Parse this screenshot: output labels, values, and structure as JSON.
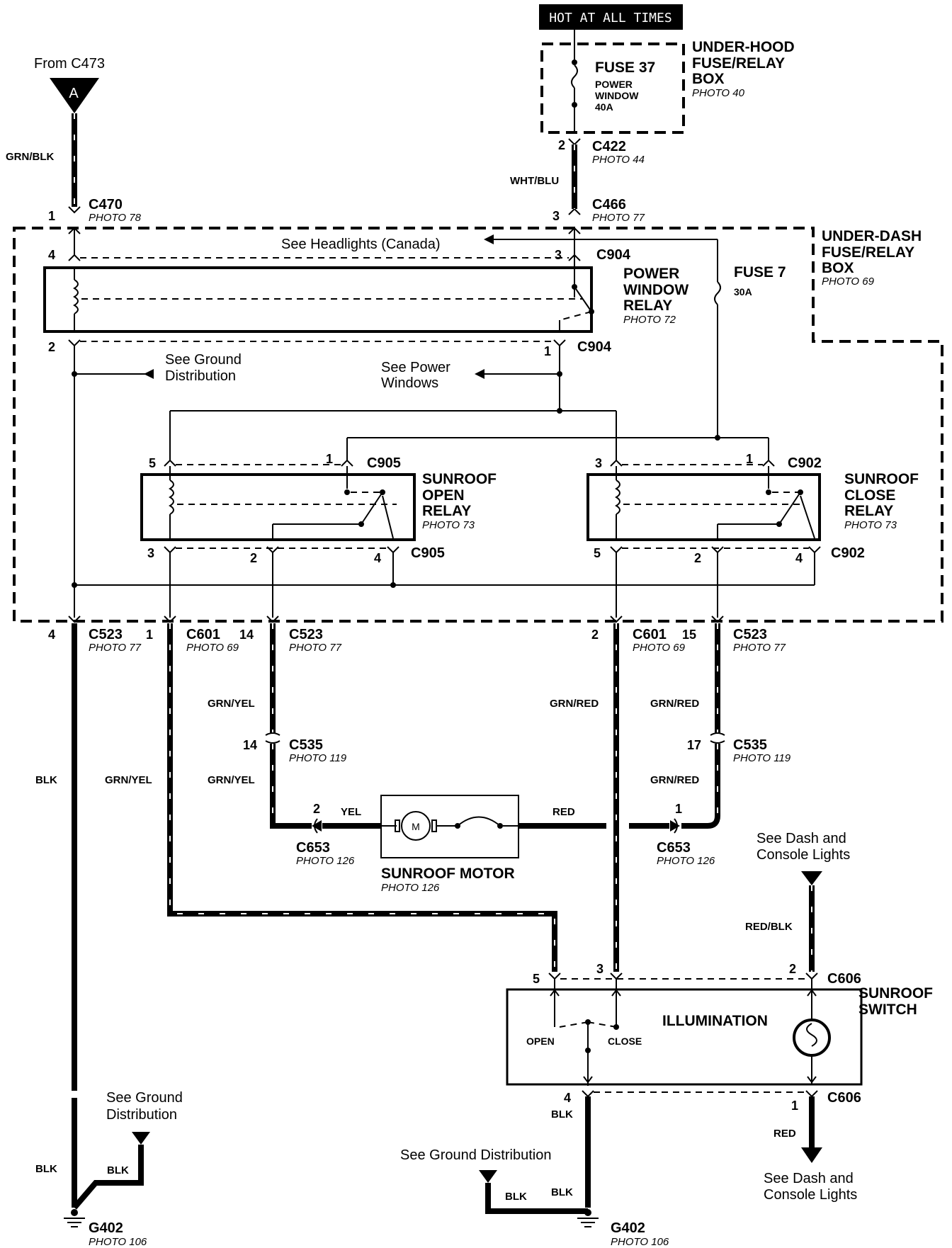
{
  "hot": "HOT AT ALL TIMES",
  "from_c473": "From C473",
  "connector_a": "A",
  "underhood": {
    "title1": "UNDER-HOOD",
    "title2": "FUSE/RELAY",
    "title3": "BOX",
    "photo": "PHOTO 40",
    "fuse": "FUSE 37",
    "fuse_desc1": "POWER",
    "fuse_desc2": "WINDOW",
    "fuse_rating": "40A"
  },
  "underdash": {
    "title1": "UNDER-DASH",
    "title2": "FUSE/RELAY",
    "title3": "BOX",
    "photo": "PHOTO 69",
    "fuse": "FUSE 7",
    "fuse_rating": "30A"
  },
  "pw_relay": {
    "name1": "POWER",
    "name2": "WINDOW",
    "name3": "RELAY",
    "photo": "PHOTO 72"
  },
  "open_relay": {
    "name1": "SUNROOF",
    "name2": "OPEN",
    "name3": "RELAY",
    "photo": "PHOTO 73"
  },
  "close_relay": {
    "name1": "SUNROOF",
    "name2": "CLOSE",
    "name3": "RELAY",
    "photo": "PHOTO 73"
  },
  "motor": {
    "name": "SUNROOF MOTOR",
    "photo": "PHOTO 126",
    "symbol": "M"
  },
  "switch": {
    "name1": "SUNROOF",
    "name2": "SWITCH",
    "illum": "ILLUMINATION",
    "open": "OPEN",
    "close": "CLOSE"
  },
  "refs": {
    "headlights": "See Headlights (Canada)",
    "ground1a": "See Ground",
    "ground1b": "Distribution",
    "power1": "See Power",
    "power2": "Windows",
    "dash1a": "See Dash and",
    "dash1b": "Console Lights",
    "ground2a": "See Ground",
    "ground2b": "Distribution",
    "ground3": "See Ground Distribution",
    "dash2a": "See Dash and",
    "dash2b": "Console Lights"
  },
  "connectors": {
    "c422": "C422",
    "c422_photo": "PHOTO 44",
    "c466": "C466",
    "c466_photo": "PHOTO 77",
    "c470": "C470",
    "c470_photo": "PHOTO 78",
    "c904": "C904",
    "c905": "C905",
    "c902": "C902",
    "c523": "C523",
    "c523_photo": "PHOTO 77",
    "c601": "C601",
    "c601_photo": "PHOTO 69",
    "c535": "C535",
    "c535_photo": "PHOTO 119",
    "c653": "C653",
    "c653_photo": "PHOTO 126",
    "c606": "C606",
    "g402": "G402",
    "g402_photo": "PHOTO 106"
  },
  "wires": {
    "grn_blk": "GRN/BLK",
    "wht_blu": "WHT/BLU",
    "blk": "BLK",
    "grn_yel": "GRN/YEL",
    "grn_red": "GRN/RED",
    "yel": "YEL",
    "red": "RED",
    "red_blk": "RED/BLK"
  },
  "pins": {
    "p1": "1",
    "p2": "2",
    "p3": "3",
    "p4": "4",
    "p5": "5",
    "p14": "14",
    "p15": "15",
    "p17": "17"
  }
}
